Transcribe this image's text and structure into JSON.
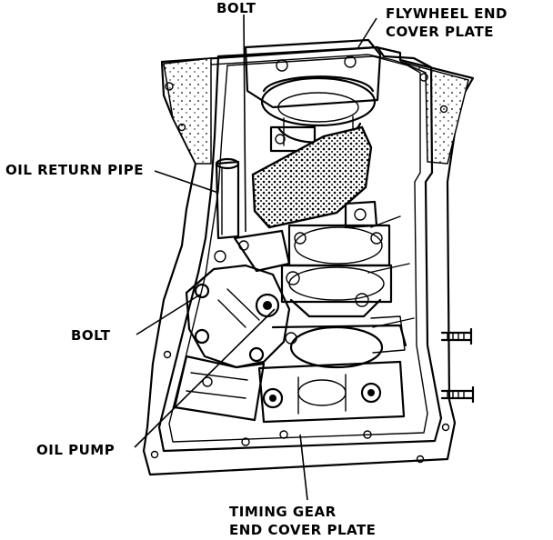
{
  "diagram": {
    "labels": {
      "bolt_top": "BOLT",
      "flywheel_line1": "FLYWHEEL END",
      "flywheel_line2": "COVER PLATE",
      "oil_return_pipe": "OIL RETURN PIPE",
      "bolt_left": "BOLT",
      "oil_pump": "OIL PUMP",
      "timing_line1": "TIMING GEAR",
      "timing_line2": "END COVER PLATE"
    }
  },
  "colors": {
    "ink": "#000000",
    "paper": "#ffffff"
  }
}
